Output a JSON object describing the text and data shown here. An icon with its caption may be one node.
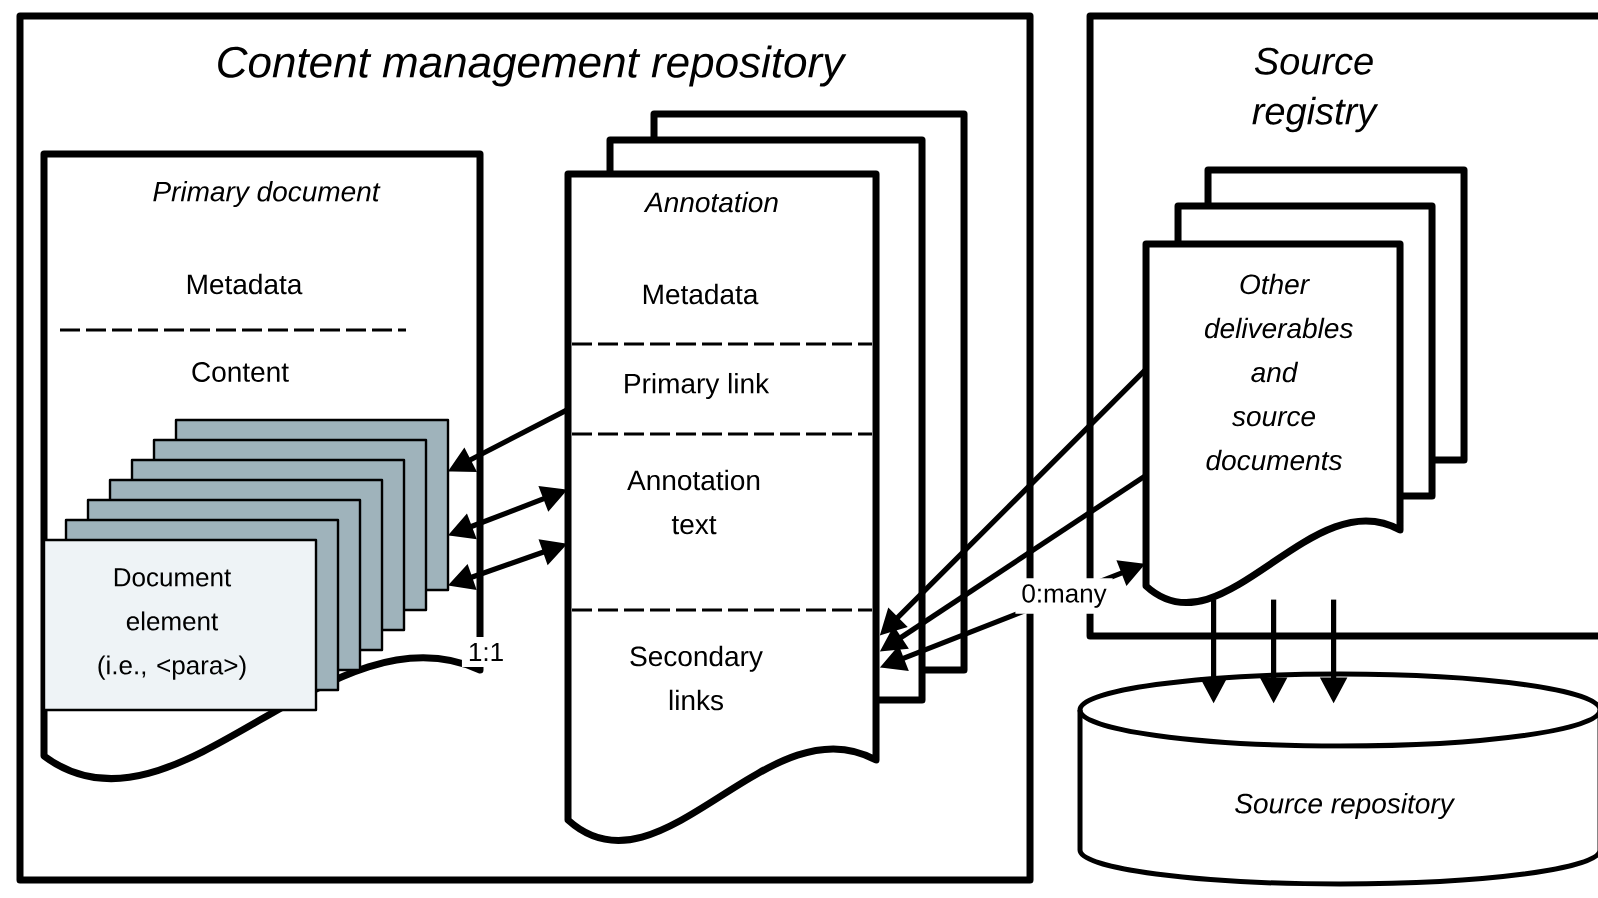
{
  "diagram": {
    "nodes": [
      {
        "text": [
          "Content management repository"
        ]
      },
      {
        "text": [
          "Primary document",
          "Metadata",
          "Content"
        ],
        "in": 0
      },
      {
        "text": [
          "Document element (i.e., <para>)"
        ],
        "in": 1
      },
      {
        "text": [
          "Annotation",
          "Metadata",
          "Primary link",
          "Annotation text",
          "Secondary links"
        ],
        "in": 0
      },
      {
        "text": [
          "Source registry"
        ]
      },
      {
        "text": [
          "Other deliverables and source documents"
        ],
        "in": 4
      },
      {
        "text": [
          "Source repository"
        ]
      }
    ],
    "edges": [
      {
        "from": 3,
        "to": 2,
        "arrow": "to"
      },
      {
        "from": 2,
        "to": 3,
        "arrow": "both"
      },
      {
        "from": 2,
        "to": 3,
        "arrow": "both",
        "label": "1:1"
      },
      {
        "from": 5,
        "to": 3,
        "arrow": "to"
      },
      {
        "from": 5,
        "to": 3,
        "arrow": "to"
      },
      {
        "from": 3,
        "to": 5,
        "arrow": "both",
        "label": "0:many"
      },
      {
        "from": 5,
        "to": 6,
        "arrow": "to"
      },
      {
        "from": 5,
        "to": 6,
        "arrow": "to"
      },
      {
        "from": 5,
        "to": 6,
        "arrow": "to"
      }
    ]
  }
}
